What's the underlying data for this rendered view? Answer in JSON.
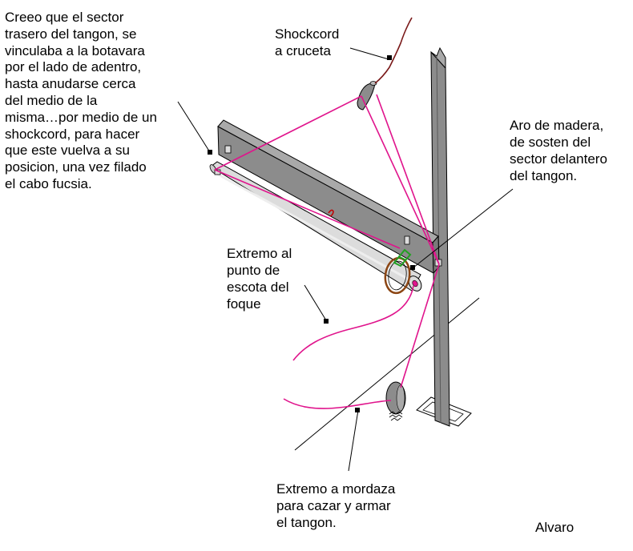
{
  "labels": {
    "tail_attachment": "Creeo que el sector\ntrasero del tangon, se\nvinculaba a la botavara\npor el lado de adentro,\nhasta anudarse cerca\ndel medio de la\nmisma…por medio de un\nshockcord, para hacer\nque este vuelva a su\nposicion, una vez filado\nel cabo fucsia.",
    "shockcord": "Shockcord\na cruceta",
    "wood_ring": "Aro de madera,\nde sosten del\nsector delantero\ndel tangon.",
    "clew_end": "Extremo al\npunto de\nescota del\nfoque",
    "jam_end": "Extremo a mordaza\npara cazar y armar\nel tangon.",
    "author": "Alvaro"
  },
  "colors": {
    "boom_fill": "#8c8c8c",
    "boom_top": "#a9a9a9",
    "mast_fill": "#8c8c8c",
    "pole_fill": "#dcdcdc",
    "line_fuchsia": "#e0148c",
    "shockcord": "#7a1a1a",
    "ring": "#8b4513",
    "fitting_green": "#22a022",
    "outline": "#000000"
  }
}
